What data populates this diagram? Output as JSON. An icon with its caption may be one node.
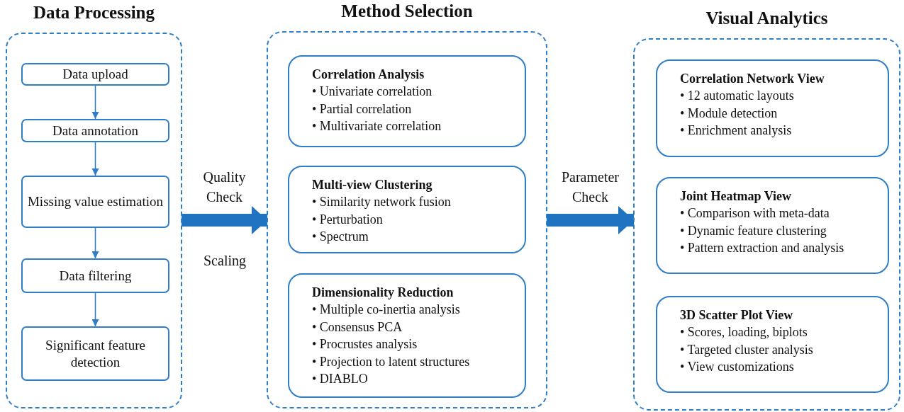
{
  "diagram": {
    "nodes": [
      {
        "text": [
          "Data Processing"
        ]
      },
      {
        "text": [
          "Data upload"
        ],
        "in": 0
      },
      {
        "text": [
          "Data annotation"
        ],
        "in": 0
      },
      {
        "text": [
          "Missing value estimation"
        ],
        "in": 0
      },
      {
        "text": [
          "Data filtering"
        ],
        "in": 0
      },
      {
        "text": [
          "Significant feature detection"
        ],
        "in": 0
      },
      {
        "text": [
          "Method Selection"
        ]
      },
      {
        "text": [
          "Correlation Analysis",
          "• Univariate correlation",
          "• Partial correlation",
          "• Multivariate correlation"
        ],
        "in": 6
      },
      {
        "text": [
          "Multi-view Clustering",
          "• Similarity network fusion",
          "• Perturbation",
          "• Spectrum"
        ],
        "in": 6
      },
      {
        "text": [
          "Dimensionality Reduction",
          "• Multiple co-inertia analysis",
          "• Consensus PCA",
          "• Procrustes analysis",
          "• Projection to latent structures",
          "• DIABLO"
        ],
        "in": 6
      },
      {
        "text": [
          "Visual Analytics"
        ]
      },
      {
        "text": [
          "Correlation Network View",
          "• 12 automatic layouts",
          "• Module detection",
          "• Enrichment analysis"
        ],
        "in": 10
      },
      {
        "text": [
          "Joint Heatmap View",
          "• Comparison with meta-data",
          "• Dynamic feature clustering",
          "• Pattern extraction and analysis"
        ],
        "in": 10
      },
      {
        "text": [
          "3D Scatter Plot View",
          "• Scores, loading, biplots",
          "• Targeted cluster analysis",
          "• View customizations"
        ],
        "in": 10
      }
    ],
    "edges": [
      {
        "from": 1,
        "to": 2,
        "arrow": "to"
      },
      {
        "from": 2,
        "to": 3,
        "arrow": "to"
      },
      {
        "from": 3,
        "to": 4,
        "arrow": "to"
      },
      {
        "from": 4,
        "to": 5,
        "arrow": "to"
      },
      {
        "from": 0,
        "to": 6,
        "arrow": "to",
        "label": "Quality Check",
        "style": "thick"
      },
      {
        "from": 6,
        "to": 10,
        "arrow": "to",
        "label": "Parameter Check",
        "style": "thick"
      }
    ],
    "labels": [
      "Scaling"
    ]
  }
}
